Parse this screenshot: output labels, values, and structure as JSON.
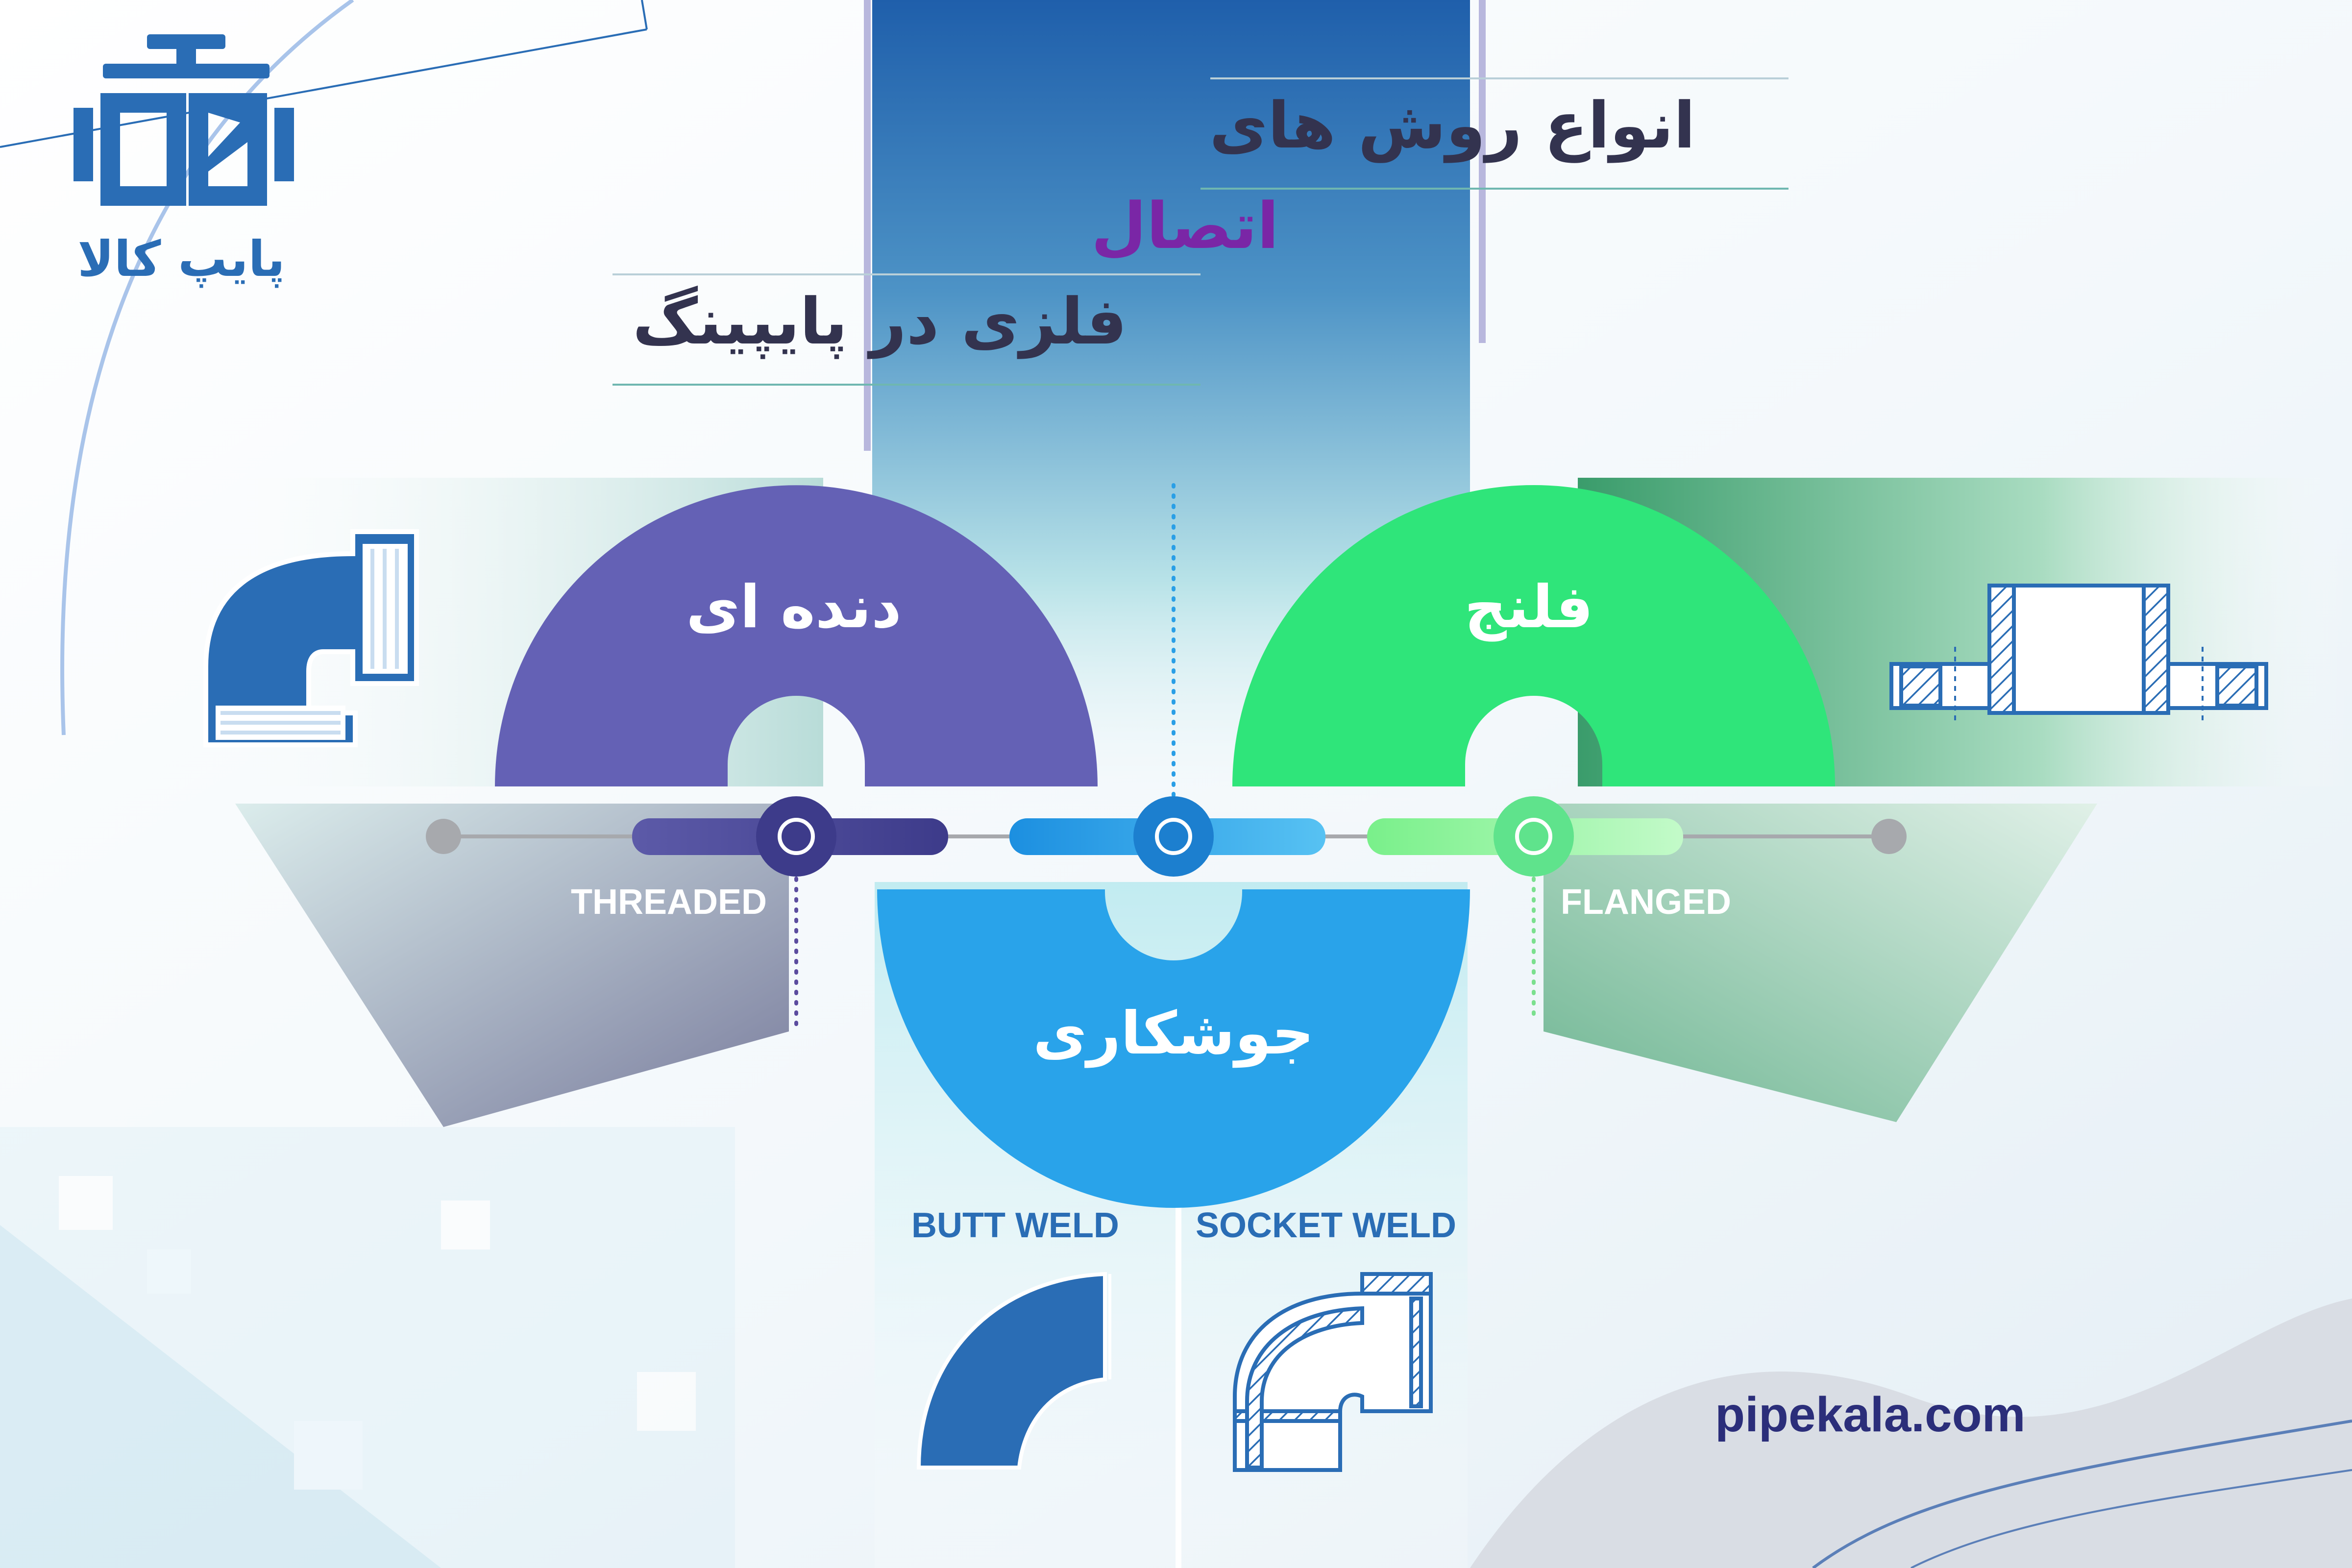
{
  "brand": {
    "name": "پایپ کالا",
    "site": "pipekala.com"
  },
  "title": {
    "line1": "انواع روش های",
    "line2": "اتصال",
    "line3": "فلزی در پایپینگ"
  },
  "methods": {
    "threaded": {
      "label_fa": "دنده ای",
      "label_en": "THREADED",
      "color": "#6461b5"
    },
    "flanged": {
      "label_fa": "فلنج",
      "label_en": "FLANGED",
      "color": "#2fe57a"
    },
    "welded": {
      "label_fa": "جوشکاری",
      "label_en_butt": "BUTT WELD",
      "label_en_socket": "SOCKET WELD",
      "color": "#29a3ea"
    }
  },
  "colors": {
    "brand_blue": "#2a6db5",
    "title_text": "#33334f",
    "accent_purple": "#7a26a6",
    "site_text": "#2b2e7a",
    "label_blue": "#2a6db5"
  }
}
